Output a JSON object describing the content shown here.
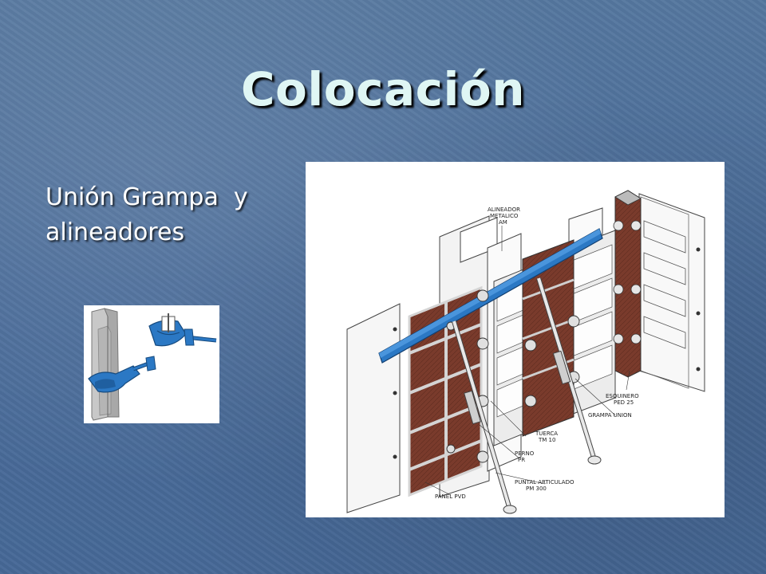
{
  "slide": {
    "title": "Colocación",
    "bullet_lines": [
      "Unión Grampa  y",
      "alineadores"
    ]
  },
  "diagram": {
    "labels": {
      "alineador": [
        "ALINEADOR",
        "METALICO",
        "AM"
      ],
      "esquinero": [
        "ESQUINERO",
        "PED 25"
      ],
      "grampa": [
        "GRAMPA UNION"
      ],
      "tuerca": [
        "TUERCA",
        "TM 10"
      ],
      "perno": [
        "PERNO",
        "PR"
      ],
      "puntal": [
        "PUNTAL ARTICULADO",
        "PM 300"
      ],
      "panel": [
        "PANEL PVD"
      ]
    }
  },
  "colors": {
    "background": "#4a6d9c",
    "title": "#dff6f4",
    "clamp_blue": "#2b78c4",
    "panel_brown": "#7a3b2c"
  }
}
